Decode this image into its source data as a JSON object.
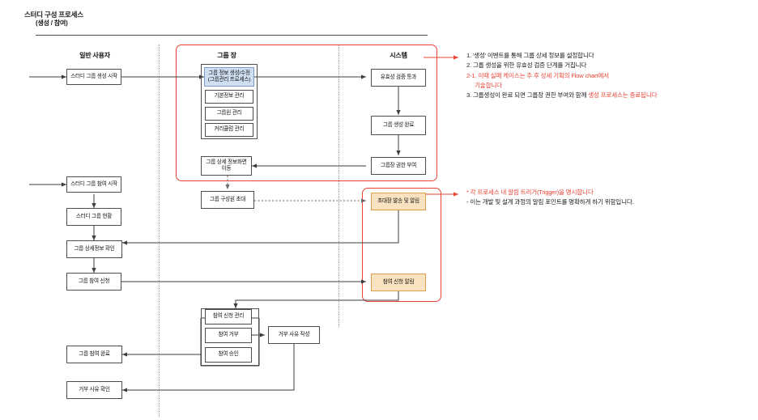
{
  "title": {
    "line1": "스터디 구성 프로세스",
    "line2": "(생성 / 참여)"
  },
  "lanes": [
    {
      "id": "user",
      "label": "일반 사용자"
    },
    {
      "id": "leader",
      "label": "그룹 장"
    },
    {
      "id": "system",
      "label": "시스템"
    }
  ],
  "nodes": {
    "start_create": "스터디 그룹 생성 시작",
    "group_info_edit": "그룹 정보 생성/수정\n(그룹관리 프로세스)",
    "basic_info_mgmt": "기본정보 관리",
    "member_mgmt": "그룹원 관리",
    "curriculum_mgmt": "커리큘럼 관리",
    "validation_pass": "유효성 검증 통과",
    "group_created": "그룹 생성 완료",
    "leader_authority": "그룹장 권한 부여",
    "goto_detail": "그룹 상세 정보화면\n이동",
    "invite_members": "그룹 구성원 초대",
    "invite_notify": "초대장 발송 및 알림",
    "start_join": "스터디 그룹 참여 시작",
    "group_status": "스터디 그룹 현황",
    "check_detail": "그룹 상세정보 확인",
    "apply_join": "그룹 참여 신청",
    "join_notify": "참여 신청 알림",
    "manage_requests": "참여 신청 관리",
    "reject_join": "참여 거부",
    "approve_join": "참여 승인",
    "write_reason": "거부 사유 작성",
    "join_complete": "그룹 참여 완료",
    "check_reason": "거부 사유 확인"
  },
  "annotations": {
    "create_process": [
      {
        "text": "1. '생성' 이벤트를 통해 그룹 상세 정보를 설정합니다",
        "color": "black",
        "indent": false
      },
      {
        "text": "2. 그룹 생성을 위한 유효성 검증 단계를 거칩니다",
        "color": "black",
        "indent": false
      },
      {
        "text": "2-1. 이때 실패 케이스는 추 후 상세 기획의 Flow chart에서",
        "color": "red",
        "indent": false
      },
      {
        "text": "기술합니다",
        "color": "red",
        "indent": true
      },
      {
        "text": "3. 그룹생성이 완료 되면 그룹장 권한 부여와 함께 생성 프로세스는 종료됩니다",
        "color": "mixed",
        "indent": false
      }
    ],
    "create_process_mixed": {
      "black_part": "3. 그룹생성이 완료 되면 그룹장 권한 부여와 함께 ",
      "red_part": "생성 프로세스는 종료됩니다"
    },
    "trigger_process": [
      {
        "text": "* 각 프로세스 내 알림 트리거(Trigger)을 명시합니다",
        "color": "red"
      },
      {
        "text": "- 이는 개발 및 설계 과정의 알림 포인트를 명확하게 하기 위함입니다.",
        "color": "black"
      }
    ]
  },
  "colors": {
    "accent_red": "#ea4335",
    "node_blue": "#cfdff2",
    "node_tan": "#fae2c0",
    "line_gray": "#4d4d4d"
  }
}
